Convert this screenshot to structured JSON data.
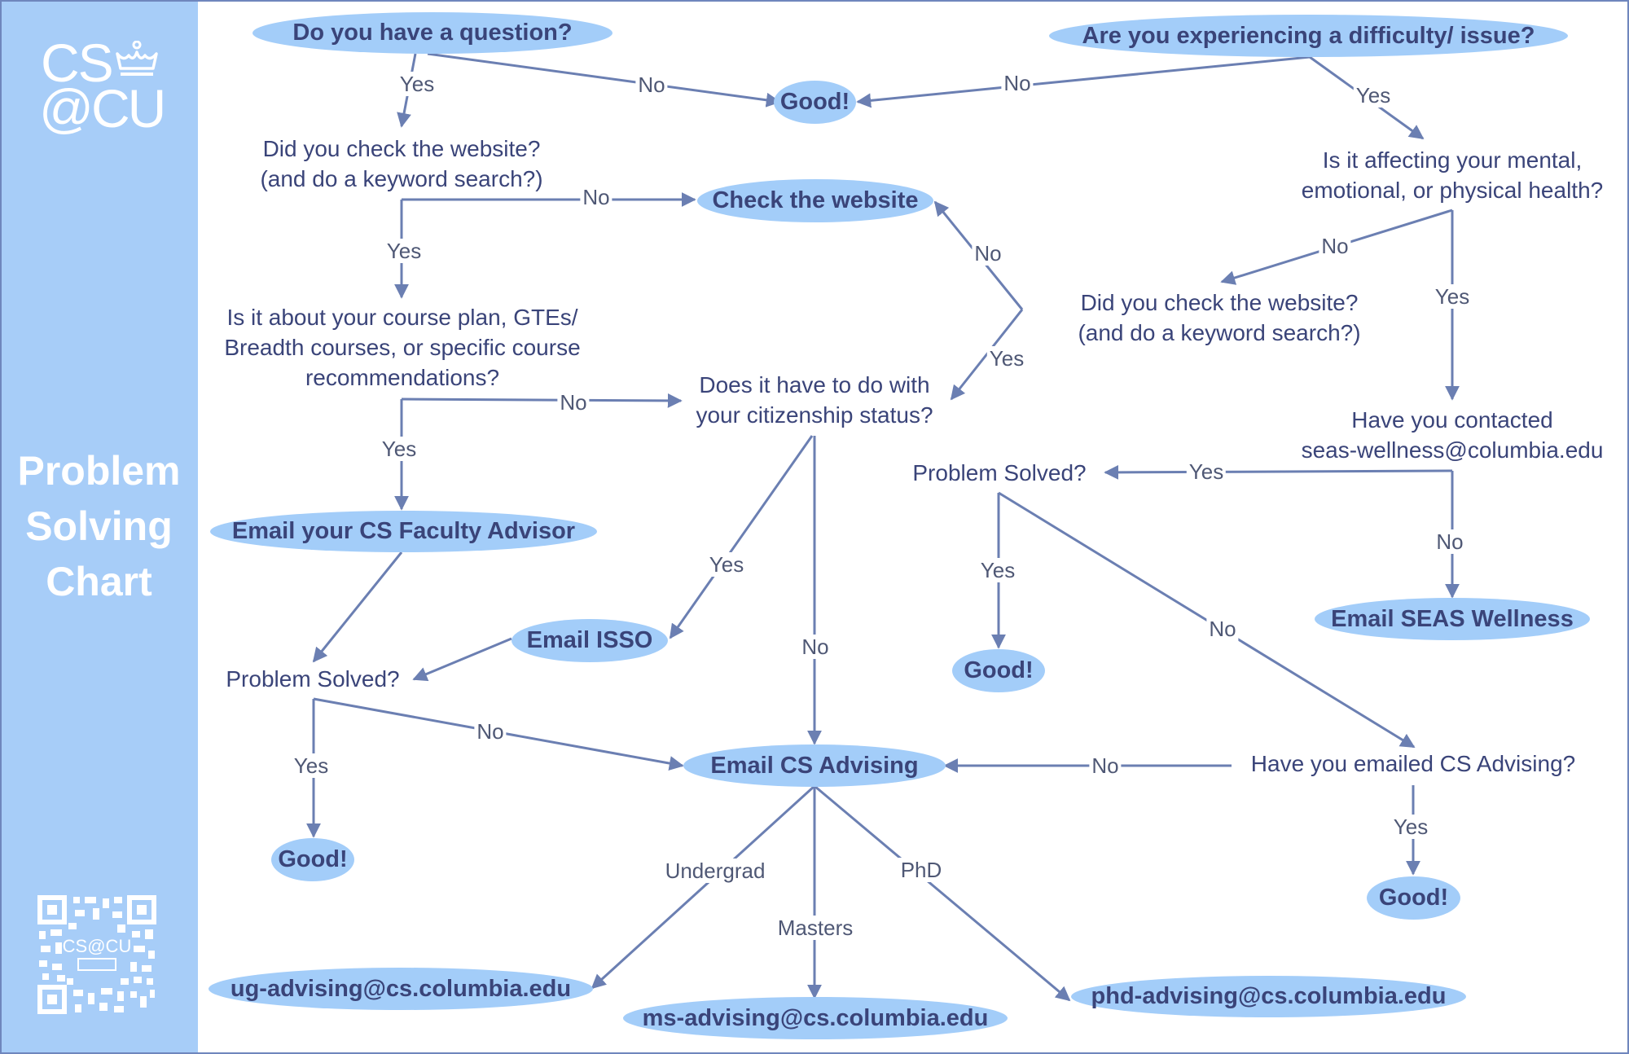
{
  "sidebar": {
    "logo_top": "CS",
    "logo_bottom": "@CU",
    "title_lines": [
      "Problem",
      "Solving",
      "Chart"
    ],
    "qr_label": "CS@CU"
  },
  "pills": {
    "do_you_have_question": "Do you have a question?",
    "experiencing_difficulty": "Are you experiencing a difficulty/ issue?",
    "good_top": "Good!",
    "check_website": "Check the website",
    "email_faculty_advisor": "Email your CS Faculty Advisor",
    "email_isso": "Email ISSO",
    "good_left": "Good!",
    "email_cs_advising": "Email CS Advising",
    "good_middle": "Good!",
    "email_seas_wellness": "Email SEAS Wellness",
    "good_right": "Good!",
    "ug_advising": "ug-advising@cs.columbia.edu",
    "ms_advising": "ms-advising@cs.columbia.edu",
    "phd_advising": "phd-advising@cs.columbia.edu"
  },
  "questions": {
    "check_website_left": [
      "Did you check the website?",
      "(and do a keyword search?)"
    ],
    "course_plan": [
      "Is it about your course plan, GTEs/",
      "Breadth courses, or specific course",
      "recommendations?"
    ],
    "citizenship": [
      "Does it have to do with",
      "your citizenship status?"
    ],
    "mental_health": [
      "Is it affecting your mental,",
      "emotional, or physical health?"
    ],
    "check_website_right": [
      "Did you check the website?",
      "(and do a keyword search?)"
    ],
    "contacted_wellness": [
      "Have you contacted",
      "seas-wellness@columbia.edu"
    ],
    "problem_solved_middle": [
      "Problem Solved?"
    ],
    "problem_solved_left": [
      "Problem Solved?"
    ],
    "emailed_cs_advising": [
      "Have you emailed CS Advising?"
    ]
  },
  "edge_labels": {
    "yes": "Yes",
    "no": "No",
    "undergrad": "Undergrad",
    "masters": "Masters",
    "phd": "PhD"
  },
  "colors": {
    "sidebar": "#a7cdf8",
    "pill": "#a3cdf9",
    "pill_text": "#3a4479",
    "arrow": "#6b7fb2",
    "frame": "#6f86bd"
  }
}
